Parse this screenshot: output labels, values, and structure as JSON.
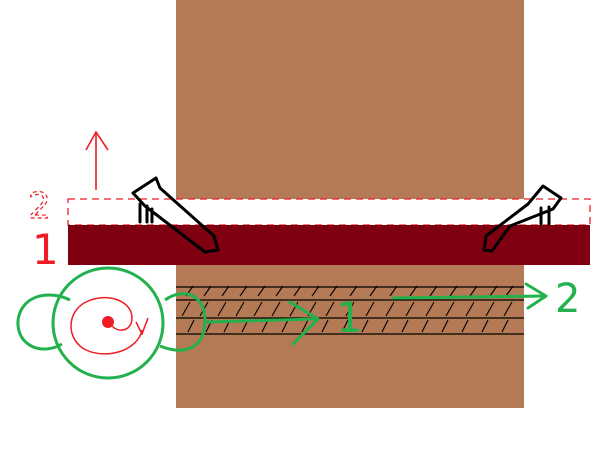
{
  "labels": {
    "left_position_1": "1",
    "left_position_2": "2",
    "arrow_label_1": "1",
    "arrow_label_2": "2"
  },
  "colors": {
    "trunk": "#b47a56",
    "bar": "#7f0011",
    "red_marks": "#ee1c24",
    "green_marks": "#22b14c",
    "black_lines": "#000000"
  },
  "icons": {
    "rotation_symbol": "circular-rotation-icon",
    "left_clamp": "pincer-clamp-icon",
    "right_clamp": "pincer-clamp-icon"
  }
}
